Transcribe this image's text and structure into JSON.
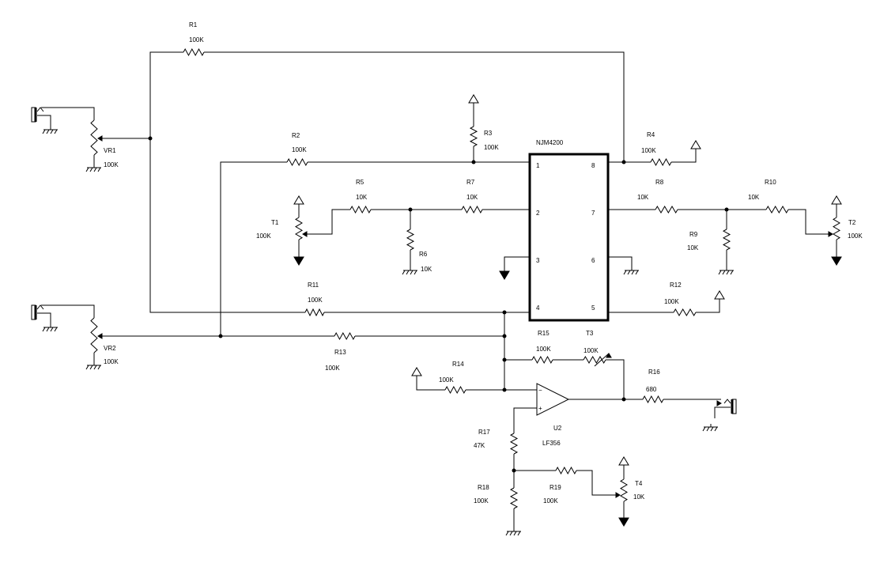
{
  "components": {
    "R1": {
      "ref": "R1",
      "value": "100K"
    },
    "R2": {
      "ref": "R2",
      "value": "100K"
    },
    "R3": {
      "ref": "R3",
      "value": "100K"
    },
    "R4": {
      "ref": "R4",
      "value": "100K"
    },
    "R5": {
      "ref": "R5",
      "value": "10K"
    },
    "R6": {
      "ref": "R6",
      "value": "10K"
    },
    "R7": {
      "ref": "R7",
      "value": "10K"
    },
    "R8": {
      "ref": "R8",
      "value": "10K"
    },
    "R9": {
      "ref": "R9",
      "value": "10K"
    },
    "R10": {
      "ref": "R10",
      "value": "10K"
    },
    "R11": {
      "ref": "R11",
      "value": "100K"
    },
    "R12": {
      "ref": "R12",
      "value": "100K"
    },
    "R13": {
      "ref": "R13",
      "value": "100K"
    },
    "R14": {
      "ref": "R14",
      "value": "100K"
    },
    "R15": {
      "ref": "R15",
      "value": "100K"
    },
    "R16": {
      "ref": "R16",
      "value": "680"
    },
    "R17": {
      "ref": "R17",
      "value": "47K"
    },
    "R18": {
      "ref": "R18",
      "value": "100K"
    },
    "R19": {
      "ref": "R19",
      "value": "100K"
    },
    "VR1": {
      "ref": "VR1",
      "value": "100K"
    },
    "VR2": {
      "ref": "VR2",
      "value": "100K"
    },
    "T1": {
      "ref": "T1",
      "value": "100K"
    },
    "T2": {
      "ref": "T2",
      "value": "100K"
    },
    "T3": {
      "ref": "T3",
      "value": "100K"
    },
    "T4": {
      "ref": "T4",
      "value": "10K"
    },
    "U1": {
      "part": "NJM4200",
      "pins": [
        "1",
        "2",
        "3",
        "4",
        "5",
        "6",
        "7",
        "8"
      ]
    },
    "U2": {
      "ref": "U2",
      "part": "LF356",
      "minus": "−",
      "plus": "+"
    }
  },
  "colors": {
    "ink": "#000000",
    "background": "#ffffff"
  }
}
